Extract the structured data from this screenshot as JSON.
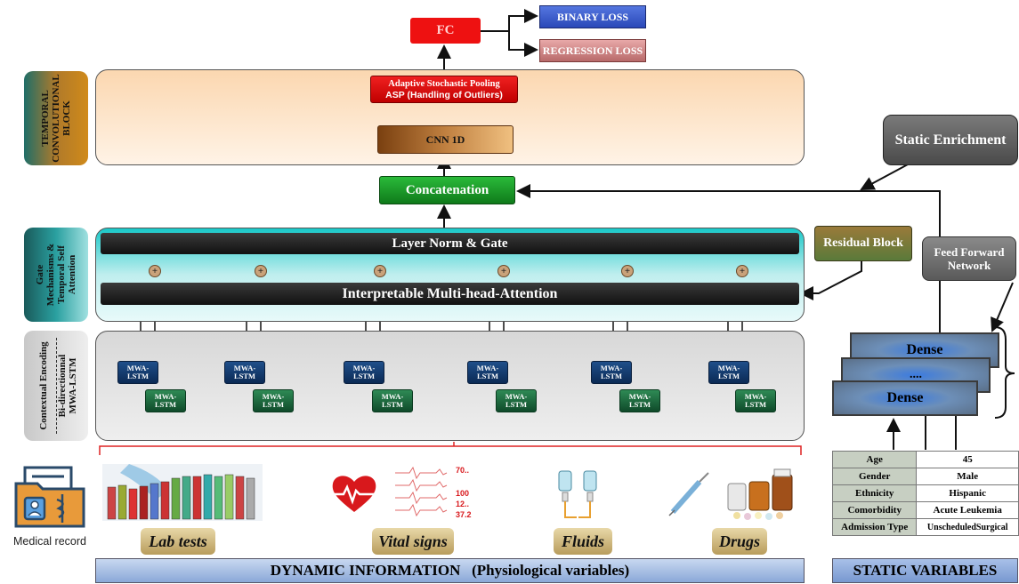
{
  "output": {
    "fc_label": "FC",
    "binary_loss": "BINARY LOSS",
    "regression_loss": "REGRESSION LOSS"
  },
  "temporal_block": {
    "side_label": [
      "TEMPORAL",
      "CONVOLUTIONAL",
      "BLOCK"
    ],
    "asp_line1": "Adaptive Stochastic Pooling",
    "asp_line2": "ASP (Handling of Outliers)",
    "cnn_label": "CNN 1D"
  },
  "concatenation_label": "Concatenation",
  "static_enrichment_label": "Static Enrichment",
  "attention_block": {
    "side_label": [
      "Gate",
      "Mechanisms &",
      "Temporal Self",
      "Attention"
    ],
    "layer_norm_label": "Layer Norm & Gate",
    "mha_label": "Interpretable Multi-head-Attention",
    "plus_symbol": "+"
  },
  "residual_block_label": "Residual Block",
  "feed_forward_label": [
    "Feed Forward",
    "Network"
  ],
  "lstm_block": {
    "side_label_1": "Contextual Encoding",
    "side_label_2": [
      "Bi-directionnal",
      "MWA-LSTM"
    ],
    "cell_label": [
      "MWA-",
      "LSTM"
    ]
  },
  "dense_stack": {
    "top": "Dense",
    "middle": "....",
    "bottom": "Dense"
  },
  "static_variables": {
    "rows": [
      {
        "key": "Age",
        "value": "45"
      },
      {
        "key": "Gender",
        "value": "Male"
      },
      {
        "key": "Ethnicity",
        "value": "Hispanic"
      },
      {
        "key": "Comorbidity",
        "value": "Acute Leukemia"
      },
      {
        "key": "Admission Type",
        "value": "UnscheduledSurgical"
      }
    ],
    "footer": "STATIC VARIABLES"
  },
  "dynamic": {
    "medical_record_label": "Medical record",
    "categories": [
      "Lab tests",
      "Vital signs",
      "Fluids",
      "Drugs"
    ],
    "vitals_readout": [
      "70..",
      "100",
      "12..",
      "37.2"
    ],
    "footer": "DYNAMIC INFORMATION   (Physiological variables)"
  },
  "colors": {
    "fc": "#ee1111",
    "binary_loss": "#3a5bd0",
    "regression_loss": "#d89090",
    "asp": "#e01010",
    "cnn": "#a0601c",
    "concat": "#1a9a2a",
    "static_enrichment": "#5a5a5a",
    "residual": "#8a6a2a",
    "lstm_fwd": "#0b2a55",
    "lstm_bwd": "#0f4a2a"
  },
  "icons": [
    "medical-folder-icon",
    "lab-tubes-icon",
    "heart-icon",
    "ecg-icon",
    "iv-drip-icon",
    "syringe-icon",
    "pills-icon"
  ]
}
